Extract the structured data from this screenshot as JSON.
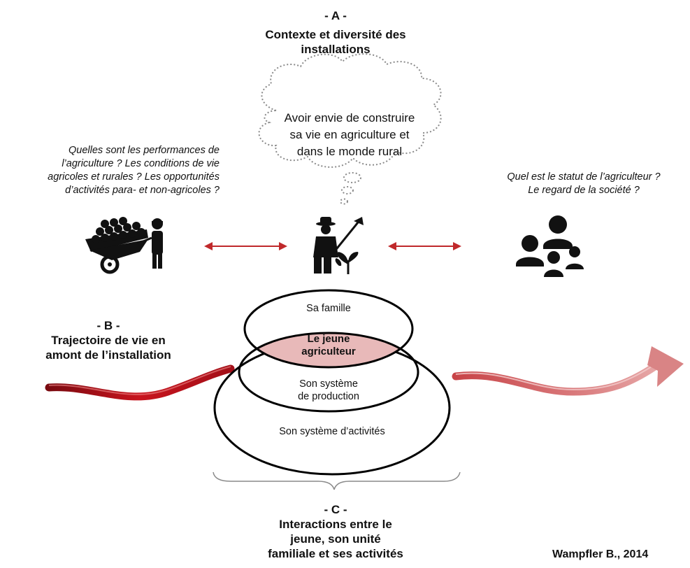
{
  "section_a": {
    "marker": "- A -",
    "title_line1": "Contexte et diversité des",
    "title_line2": "installations"
  },
  "cloud": {
    "line1": "Avoir envie de construire",
    "line2": "sa vie en agriculture et",
    "line3": "dans le monde rural"
  },
  "left_question": {
    "line1": "Quelles sont les performances de",
    "line2": "l’agriculture ? Les conditions de vie",
    "line3": "agricoles et rurales ? Les opportunités",
    "line4": "d’activités para- et non-agricoles ?"
  },
  "right_question": {
    "line1": "Quel est le statut de l’agriculteur ?",
    "line2": "Le regard de la société ?"
  },
  "section_b": {
    "marker": "- B -",
    "title_line1": "Trajectoire de vie en",
    "title_line2": "amont de l’installation"
  },
  "ellipses": {
    "family": "Sa famille",
    "young_line1": "Le jeune",
    "young_line2": "agriculteur",
    "production_line1": "Son système",
    "production_line2": "de production",
    "activities": "Son système d’activités"
  },
  "section_c": {
    "marker": "- C -",
    "title_line1": "Interactions entre le",
    "title_line2": "jeune, son unité",
    "title_line3": "familiale et ses activités"
  },
  "credit": "Wampfler B., 2014",
  "icons": {
    "cart": "wheelbarrow-farmer-icon",
    "farmer": "farmer-with-hoe-icon",
    "people": "group-of-people-icon"
  },
  "colors": {
    "arrow_red": "#c0292b",
    "trajectory_red": "#b3141c",
    "highlight_pink": "#e8b9b9"
  }
}
